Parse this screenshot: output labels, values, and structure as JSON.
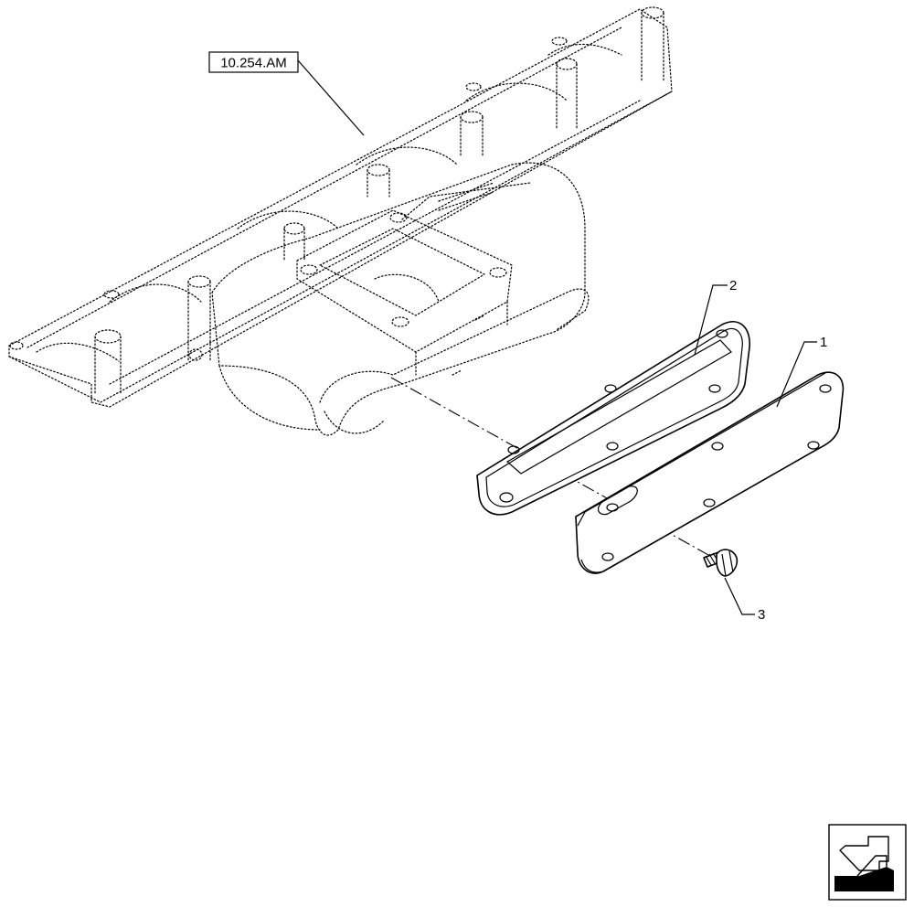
{
  "reference_label": "10.254.AM",
  "callouts": [
    {
      "id": "1",
      "label": "1"
    },
    {
      "id": "2",
      "label": "2"
    },
    {
      "id": "3",
      "label": "3"
    }
  ],
  "nav_icon": "direction-arrow-icon",
  "colors": {
    "line": "#000000",
    "background": "#ffffff"
  }
}
